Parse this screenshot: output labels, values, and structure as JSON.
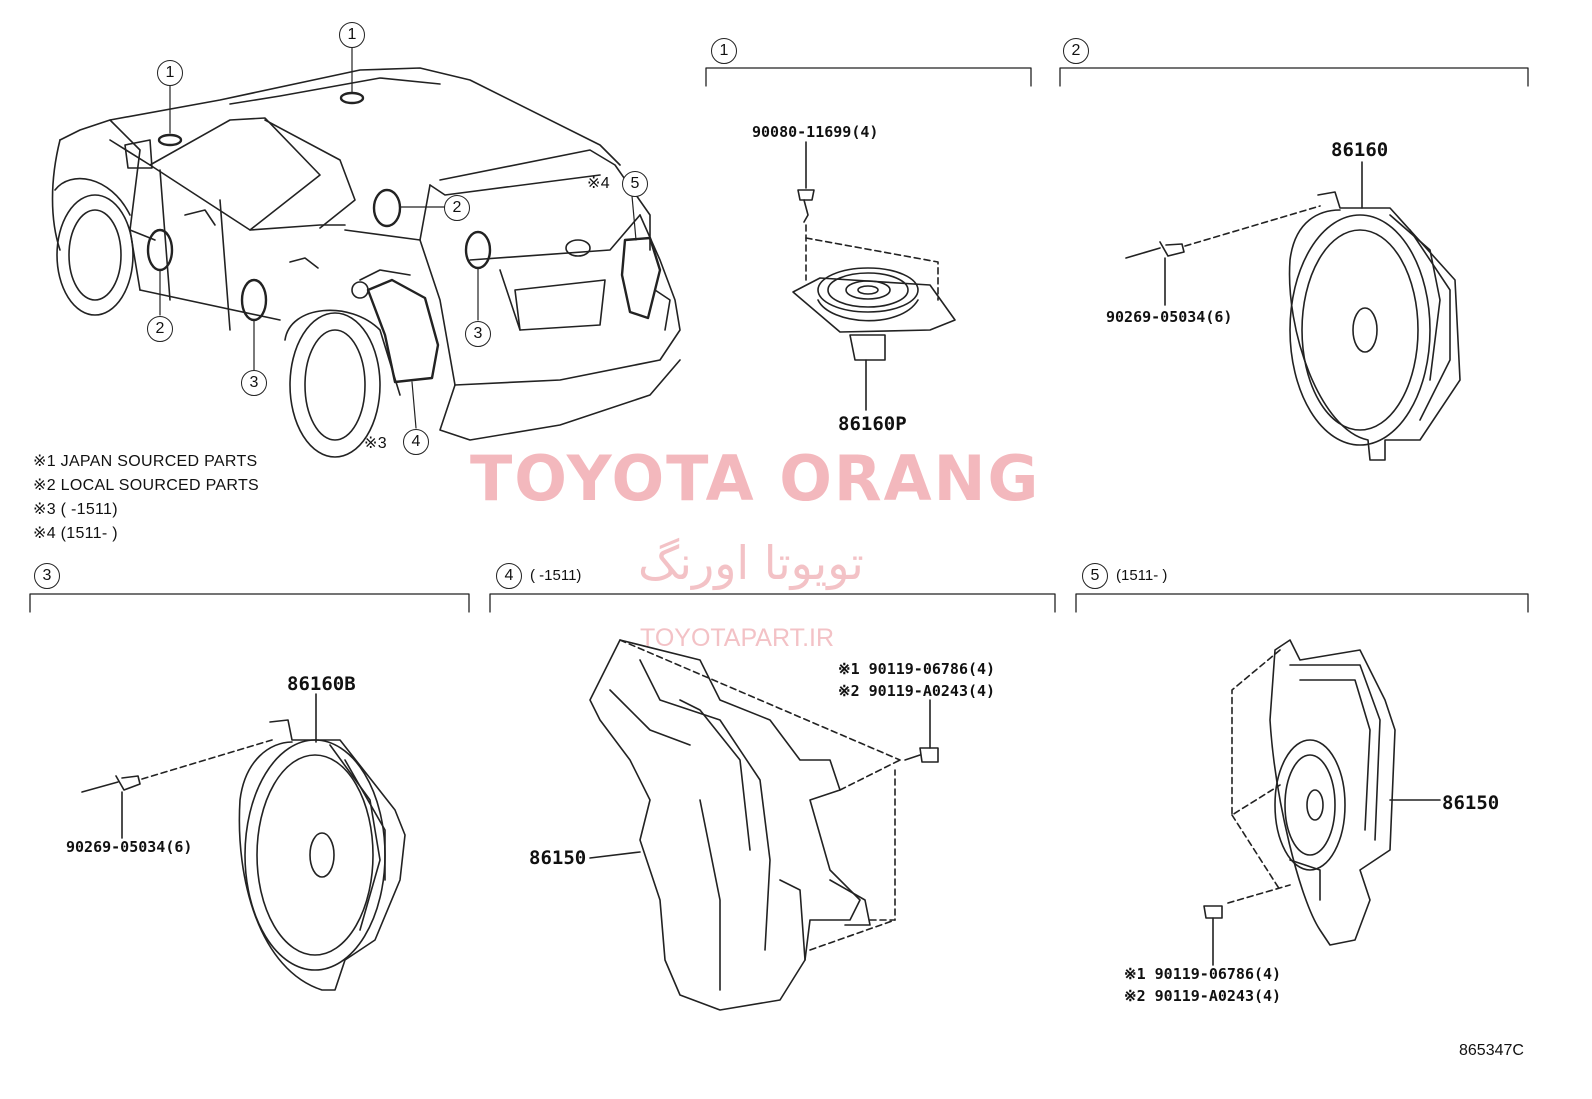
{
  "watermark": {
    "title": "TOYOTA ORANG",
    "persian": "تویوتا اورنگ",
    "site": "TOYOTAPART.IR"
  },
  "callouts": {
    "c1": "1",
    "c2": "2",
    "c3": "3",
    "c4": "4",
    "c5": "5"
  },
  "notes": {
    "n1": "※1 JAPAN SOURCED PARTS",
    "n2": "※2 LOCAL SOURCED PARTS",
    "n3": "※3 (       -1511)",
    "n4": "※4 (1511-       )",
    "car_mark3": "※3",
    "car_mark4": "※4"
  },
  "sections": {
    "s4_range": "(       -1511)",
    "s5_range": "(1511-       )"
  },
  "parts": {
    "p1_screw": "90080-11699(4)",
    "p1_speaker": "86160P",
    "p2_speaker": "86160",
    "p2_pin": "90269-05034(6)",
    "p3_speaker": "86160B",
    "p3_pin": "90269-05034(6)",
    "p4_box": "86150",
    "p4_bolt1": "※1 90119-06786(4)",
    "p4_bolt2": "※2 90119-A0243(4)",
    "p5_box": "86150",
    "p5_bolt1": "※1 90119-06786(4)",
    "p5_bolt2": "※2 90119-A0243(4)"
  },
  "diagram_code": "865347C"
}
